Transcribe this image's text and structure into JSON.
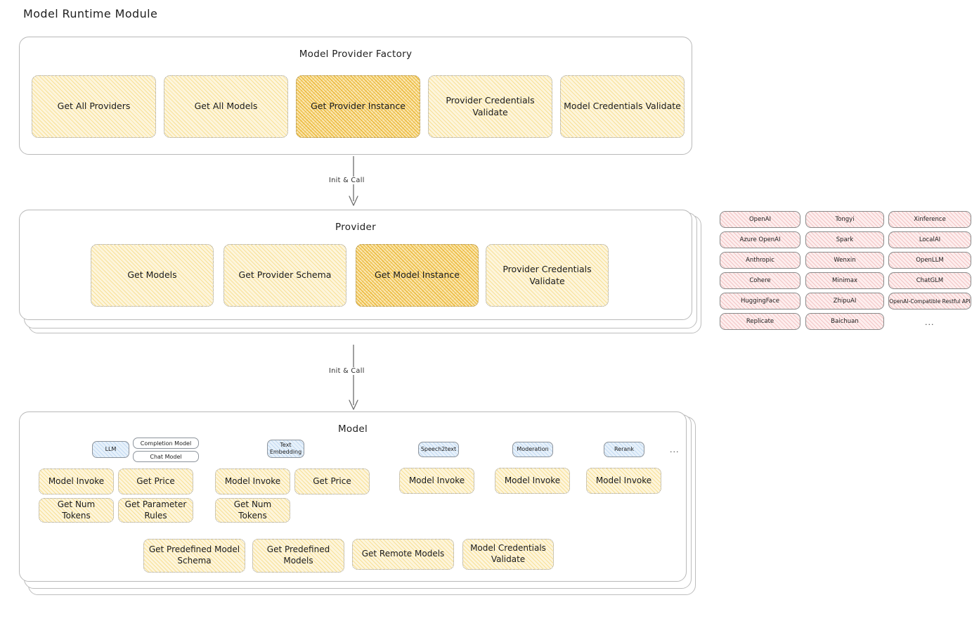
{
  "page": {
    "title": "Model Runtime Module"
  },
  "factory": {
    "title": "Model Provider Factory",
    "boxes": [
      {
        "label": "Get All Providers",
        "highlight": false
      },
      {
        "label": "Get All Models",
        "highlight": false
      },
      {
        "label": "Get Provider Instance",
        "highlight": true
      },
      {
        "label": "Provider Credentials Validate",
        "highlight": false
      },
      {
        "label": "Model Credentials Validate",
        "highlight": false
      }
    ]
  },
  "arrows": [
    {
      "label": "Init & Call"
    },
    {
      "label": "Init & Call"
    }
  ],
  "provider": {
    "title": "Provider",
    "boxes": [
      {
        "label": "Get Models",
        "highlight": false
      },
      {
        "label": "Get Provider Schema",
        "highlight": false
      },
      {
        "label": "Get Model Instance",
        "highlight": true
      },
      {
        "label": "Provider Credentials Validate",
        "highlight": false
      }
    ]
  },
  "provider_list": {
    "columns": [
      [
        "OpenAI",
        "Azure OpenAI",
        "Anthropic",
        "Cohere",
        "HuggingFace",
        "Replicate"
      ],
      [
        "Tongyi",
        "Spark",
        "Wenxin",
        "Minimax",
        "ZhipuAI",
        "Baichuan"
      ],
      [
        "Xinference",
        "LocalAI",
        "OpenLLM",
        "ChatGLM",
        "OpenAI-Compatible Restful API"
      ]
    ],
    "more": "..."
  },
  "model": {
    "title": "Model",
    "more": "...",
    "types": [
      {
        "name": "LLM",
        "sub": [
          "Completion Model",
          "Chat Model"
        ],
        "ops": [
          {
            "label": "Model Invoke",
            "highlight": true
          },
          {
            "label": "Get Price",
            "highlight": false
          },
          {
            "label": "Get Num Tokens",
            "highlight": false
          },
          {
            "label": "Get Parameter Rules",
            "highlight": false
          }
        ]
      },
      {
        "name": "Text Embedding",
        "sub": [],
        "ops": [
          {
            "label": "Model Invoke",
            "highlight": true
          },
          {
            "label": "Get Price",
            "highlight": false
          },
          {
            "label": "Get Num Tokens",
            "highlight": false
          }
        ]
      },
      {
        "name": "Speech2text",
        "sub": [],
        "ops": [
          {
            "label": "Model Invoke",
            "highlight": true
          }
        ]
      },
      {
        "name": "Moderation",
        "sub": [],
        "ops": [
          {
            "label": "Model Invoke",
            "highlight": true
          }
        ]
      },
      {
        "name": "Rerank",
        "sub": [],
        "ops": [
          {
            "label": "Model Invoke",
            "highlight": true
          }
        ]
      }
    ],
    "common_ops": [
      "Get Predefined Model Schema",
      "Get Predefined Models",
      "Get Remote Models",
      "Model Credentials Validate"
    ]
  },
  "colors": {
    "hatch_yellow": "#fdf5dc",
    "hatch_yellow_accent": "#fae6b0",
    "provider_pink": "#fdeeee",
    "model_type_blue": "#e7f1fb",
    "card_border": "#b9b9b9",
    "text": "#1e1e1e"
  }
}
